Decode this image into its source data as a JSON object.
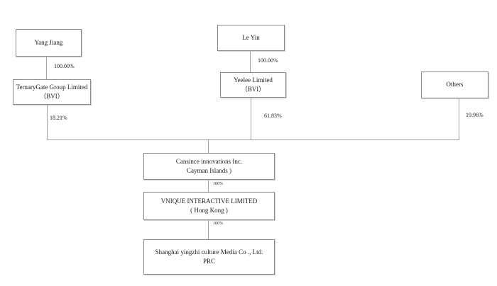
{
  "diagram": {
    "title": "shareholding-structure",
    "nodes": {
      "yang_jiang": {
        "line1": "Yang Jiang"
      },
      "le_yin": {
        "line1": "Le Yin"
      },
      "ternarygate": {
        "line1": "TernaryGate Group Limited",
        "line2": "（BVI）"
      },
      "yeelee": {
        "line1": "Yeelee Limited",
        "line2": "（BVI）"
      },
      "others": {
        "line1": "Others"
      },
      "cansince": {
        "line1": "Cansince innovations Inc.",
        "line2": "Cayman Islands )"
      },
      "vnique": {
        "line1": "VNIQUE INTERACTIVE LIMITED",
        "line2": "( Hong Kong )"
      },
      "shanghai": {
        "line1": "Shanghai yingzhi culture Media Co ., Ltd.",
        "line2": "PRC"
      }
    },
    "edge_labels": {
      "yang_to_ternarygate": "100.00%",
      "leyin_to_yeelee": "100.00%",
      "ternarygate_pct": "18.21%",
      "yeelee_pct": "61.83%",
      "others_pct": "19.96%",
      "cansince_to_vnique": "100%",
      "vnique_to_shanghai": "100%"
    },
    "colors": {
      "background": "#ffffff",
      "box_border": "#8a8a8a",
      "connector_line": "#a3a3a3",
      "text": "#1c1c1c"
    }
  }
}
